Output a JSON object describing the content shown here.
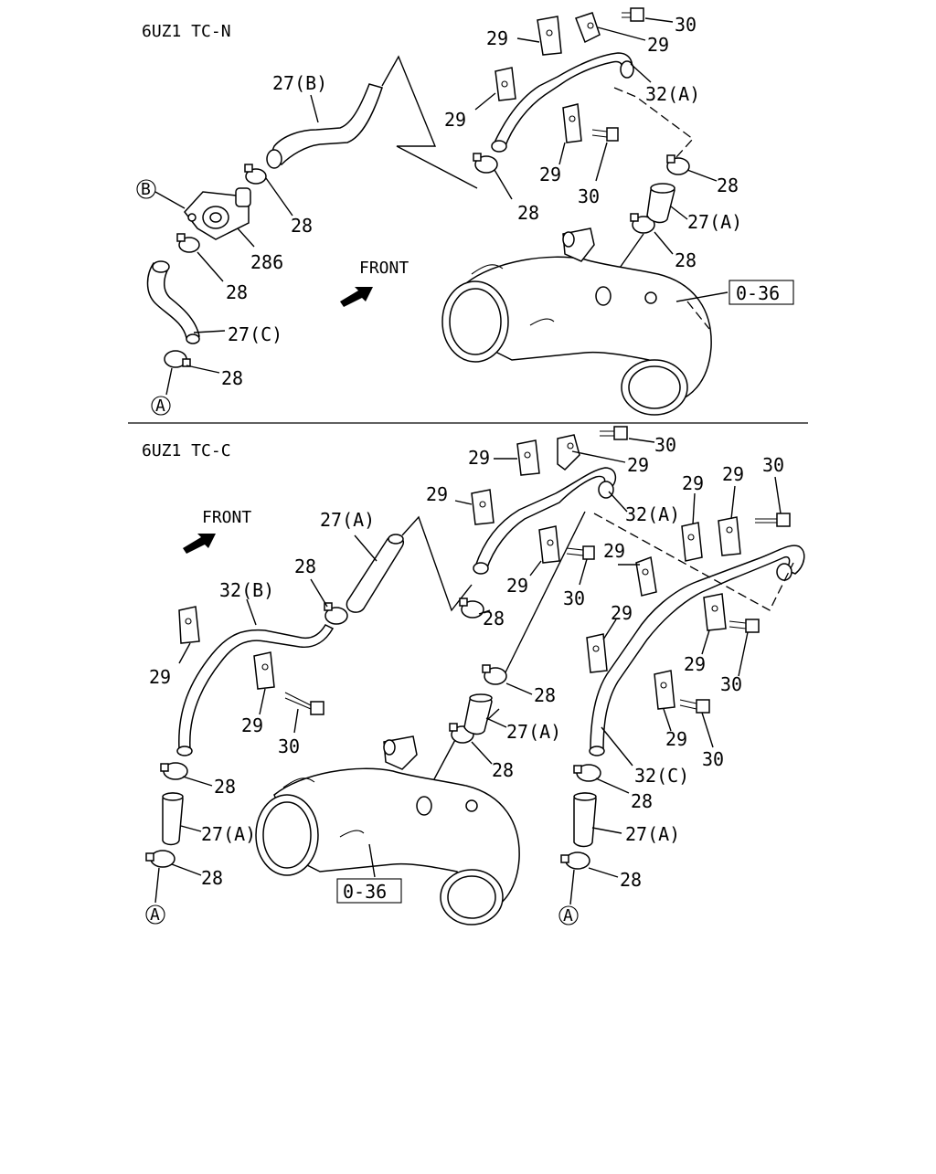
{
  "sections": [
    {
      "title": "6UZ1 TC-N"
    },
    {
      "title": "6UZ1 TC-C"
    }
  ],
  "front_label": "FRONT",
  "ref_label": "0-36",
  "labels": {
    "27A": "27(A)",
    "27B": "27(B)",
    "27C": "27(C)",
    "32A": "32(A)",
    "32B": "32(B)",
    "32C": "32(C)",
    "28": "28",
    "29": "29",
    "30": "30",
    "286": "286"
  },
  "markers": {
    "A": "A",
    "B": "B"
  }
}
